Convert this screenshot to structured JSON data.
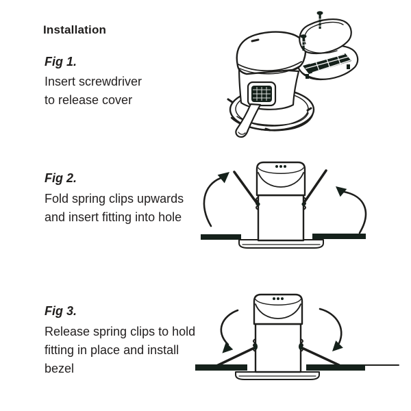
{
  "page": {
    "background": "#ffffff",
    "line_color": "#1e1e1c",
    "dark_fill": "#15211b",
    "text_color": "#211f1e"
  },
  "title": "Installation",
  "figures": [
    {
      "label": "Fig 1.",
      "caption": "Insert screwdriver\nto release cover",
      "illustration": "isometric downlight fitting with trim ring, terminal block, lifted cover and two screws"
    },
    {
      "label": "Fig 2.",
      "caption": "Fold spring clips upwards\nand insert fitting into hole",
      "illustration": "side view of fitting in ceiling hole with spring clips folded upwards and rotation arrows pointing up"
    },
    {
      "label": "Fig 3.",
      "caption": "Release spring clips to hold\nfitting in place and install\nbezel",
      "illustration": "side view of fitting held in ceiling by released spring clips with rotation arrows pointing down"
    }
  ]
}
